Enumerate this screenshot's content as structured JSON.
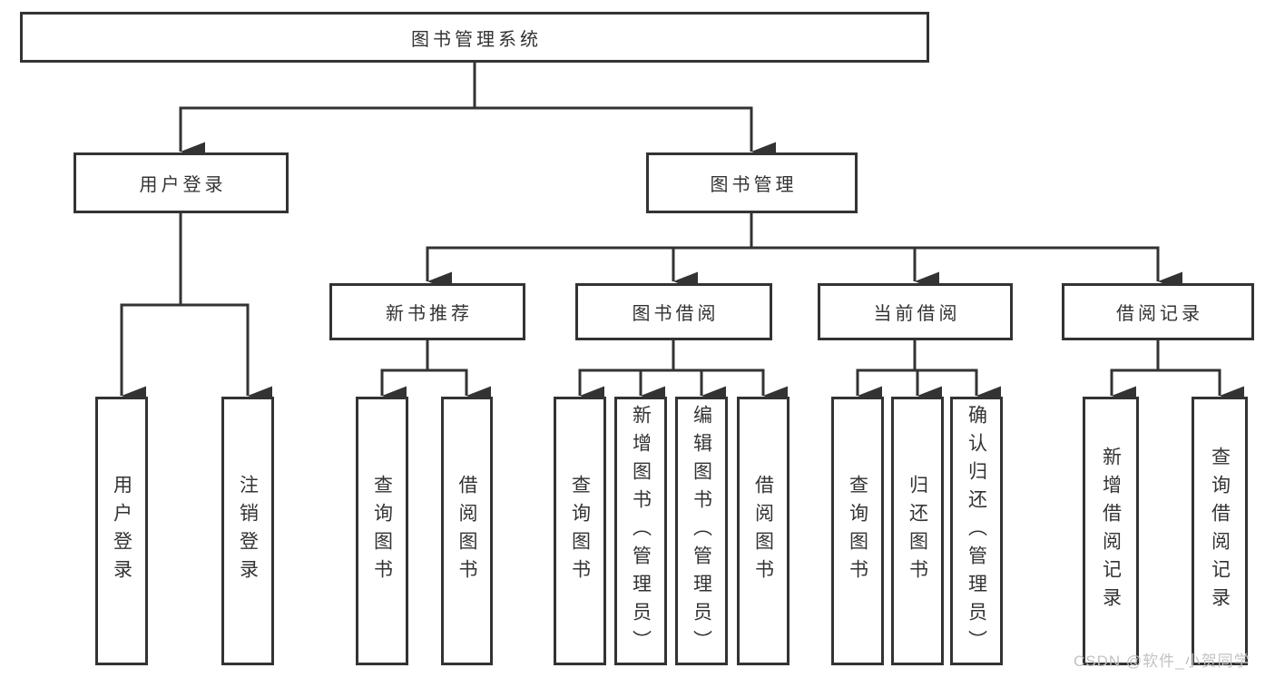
{
  "tree": {
    "label": "图书管理系统",
    "children": [
      {
        "label": "用户登录",
        "children": [
          {
            "label": "用户登录"
          },
          {
            "label": "注销登录"
          }
        ]
      },
      {
        "label": "图书管理",
        "children": [
          {
            "label": "新书推荐",
            "children": [
              {
                "label": "查询图书"
              },
              {
                "label": "借阅图书"
              }
            ]
          },
          {
            "label": "图书借阅",
            "children": [
              {
                "label": "查询图书"
              },
              {
                "label": "新增图书（管理员）"
              },
              {
                "label": "编辑图书（管理员）"
              },
              {
                "label": "借阅图书"
              }
            ]
          },
          {
            "label": "当前借阅",
            "children": [
              {
                "label": "查询图书"
              },
              {
                "label": "归还图书"
              },
              {
                "label": "确认归还（管理员）"
              }
            ]
          },
          {
            "label": "借阅记录",
            "children": [
              {
                "label": "新增借阅记录"
              },
              {
                "label": "查询借阅记录"
              }
            ]
          }
        ]
      }
    ]
  },
  "watermark": {
    "text": "CSDN @软件_小贺同学"
  },
  "colors": {
    "line": "#333333",
    "text": "#333333",
    "box_fill": "#ffffff",
    "watermark": "#c2c2c2",
    "background": "#ffffff"
  }
}
